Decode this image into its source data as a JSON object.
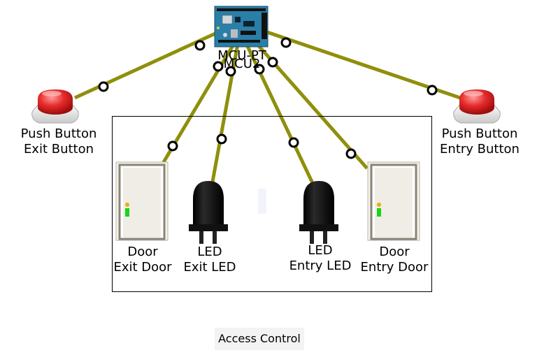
{
  "diagram": {
    "caption": "Access Control",
    "wire_color": "#8f8f0c",
    "devices": {
      "mcu": {
        "name": "MCU-PT",
        "subtitle": "MCU2",
        "icon": "microcontroller-board-icon"
      },
      "exit_button": {
        "type": "Push Button",
        "name": "Exit Button",
        "icon": "red-push-button-icon"
      },
      "entry_button": {
        "type": "Push Button",
        "name": "Entry Button",
        "icon": "red-push-button-icon"
      },
      "exit_door": {
        "type": "Door",
        "name": "Exit Door",
        "icon": "door-icon"
      },
      "exit_led": {
        "type": "LED",
        "name": "Exit LED",
        "icon": "led-icon"
      },
      "entry_led": {
        "type": "LED",
        "name": "Entry LED",
        "icon": "led-icon"
      },
      "entry_door": {
        "type": "Door",
        "name": "Entry Door",
        "icon": "door-icon"
      }
    }
  }
}
